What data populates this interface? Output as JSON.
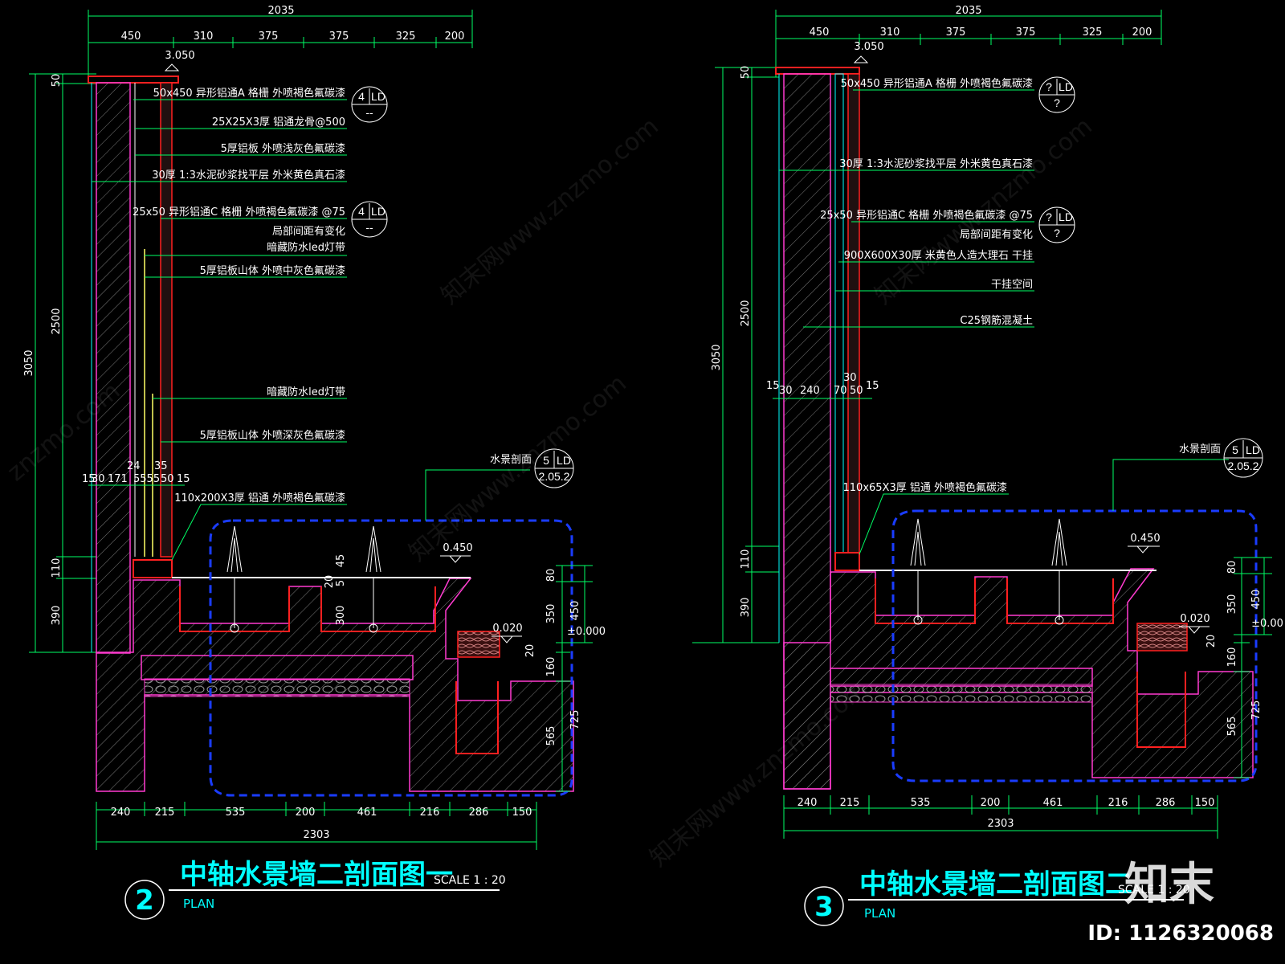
{
  "colors": {
    "background": "#000000",
    "dimension": "#00ff66",
    "concrete": "#ff3bd0",
    "red": "#ff2020",
    "blue_dash": "#1a3cff",
    "cyan": "#00ffff",
    "text": "#ffffff"
  },
  "left": {
    "top_total": "2035",
    "top_dims": [
      "450",
      "310",
      "375",
      "375",
      "325",
      "200"
    ],
    "top_level": "3.050",
    "left_total": "3050",
    "left_dims": [
      "50",
      "2500",
      "110",
      "390"
    ],
    "notes": [
      "50x450 异形铝通A 格栅 外喷褐色氟碳漆",
      "25X25X3厚 铝通龙骨@500",
      "5厚铝板 外喷浅灰色氟碳漆",
      "30厚 1:3水泥砂浆找平层 外米黄色真石漆",
      "25x50 异形铝通C 格栅 外喷褐色氟碳漆 @75",
      "局部间距有变化",
      "暗藏防水led灯带",
      "5厚铝板山体 外喷中灰色氟碳漆",
      "暗藏防水led灯带",
      "5厚铝板山体 外喷深灰色氟碳漆",
      "110x200X3厚 铝通 外喷褐色氟碳漆"
    ],
    "tag1": {
      "num": "4",
      "code": "LD",
      "sheet": "--"
    },
    "tag2": {
      "num": "4",
      "code": "LD",
      "sheet": "--"
    },
    "section_label": "水景剖面",
    "section_tag": {
      "num": "5",
      "code": "LD",
      "sheet": "2.05.2"
    },
    "wall_dims": [
      "15",
      "30",
      "171",
      "24",
      "5555",
      "35",
      "50",
      "15"
    ],
    "level_pool": "0.450",
    "level_zero": "±0.000",
    "level_step": "0.020",
    "right_dims": [
      "80",
      "350",
      "450",
      "20",
      "160",
      "725",
      "565"
    ],
    "inner_dims": [
      "45",
      "20",
      "5",
      "300"
    ],
    "bottom_dims": [
      "240",
      "215",
      "535",
      "200",
      "461",
      "216",
      "286",
      "150"
    ],
    "bottom_total": "2303",
    "title_num": "2",
    "title": "中轴水景墙二剖面图一",
    "plan": "PLAN",
    "scale": "SCALE 1 : 20"
  },
  "right": {
    "top_total": "2035",
    "top_dims": [
      "450",
      "310",
      "375",
      "375",
      "325",
      "200"
    ],
    "top_level": "3.050",
    "left_total": "3050",
    "left_dims": [
      "50",
      "2500",
      "110",
      "390"
    ],
    "notes": [
      "50x450 异形铝通A 格栅 外喷褐色氟碳漆",
      "30厚 1:3水泥砂浆找平层 外米黄色真石漆",
      "25x50 异形铝通C 格栅 外喷褐色氟碳漆 @75",
      "局部间距有变化",
      "900X600X30厚 米黄色人造大理石 干挂",
      "干挂空间",
      "C25钢筋混凝土",
      "110x65X3厚 铝通 外喷褐色氟碳漆"
    ],
    "tag1": {
      "num": "?",
      "code": "LD",
      "sheet": "?"
    },
    "tag2": {
      "num": "?",
      "code": "LD",
      "sheet": "?"
    },
    "section_label": "水景剖面",
    "section_tag": {
      "num": "5",
      "code": "LD",
      "sheet": "2.05.2"
    },
    "wall_dims": [
      "15",
      "30",
      "240",
      "70",
      "30",
      "50",
      "15"
    ],
    "level_pool": "0.450",
    "level_zero": "±0.00",
    "level_step": "0.020",
    "right_dims": [
      "80",
      "350",
      "450",
      "20",
      "160",
      "725",
      "565"
    ],
    "bottom_dims": [
      "240",
      "215",
      "535",
      "200",
      "461",
      "216",
      "286",
      "150"
    ],
    "bottom_total": "2303",
    "title_num": "3",
    "title": "中轴水景墙二剖面图二",
    "plan": "PLAN",
    "scale": "SCALE 1 : 20"
  },
  "watermark": {
    "brand": "知末",
    "id": "ID: 1126320068",
    "texts": [
      "znzmo.com",
      "知末网www.znzmo.com"
    ]
  }
}
